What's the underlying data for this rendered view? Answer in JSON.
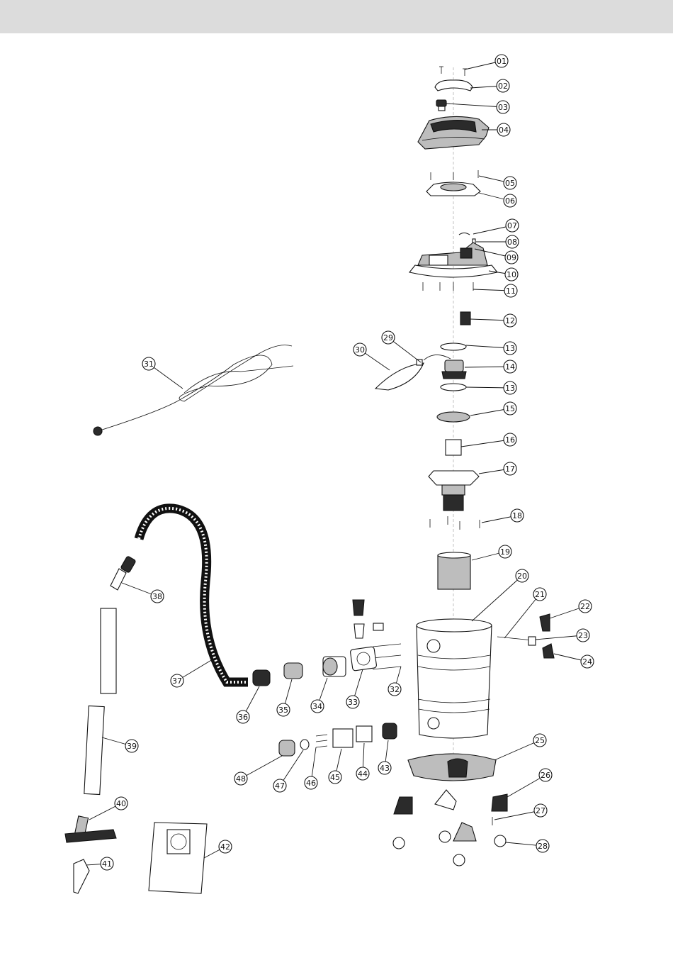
{
  "callouts": [
    "01",
    "02",
    "03",
    "04",
    "05",
    "06",
    "07",
    "08",
    "09",
    "10",
    "11",
    "12",
    "13",
    "14",
    "13",
    "15",
    "16",
    "17",
    "18",
    "19",
    "20",
    "21",
    "22",
    "23",
    "24",
    "25",
    "26",
    "27",
    "28",
    "29",
    "30",
    "31",
    "32",
    "33",
    "34",
    "35",
    "36",
    "37",
    "38",
    "39",
    "40",
    "41",
    "42",
    "43",
    "44",
    "45",
    "46",
    "47",
    "48"
  ]
}
